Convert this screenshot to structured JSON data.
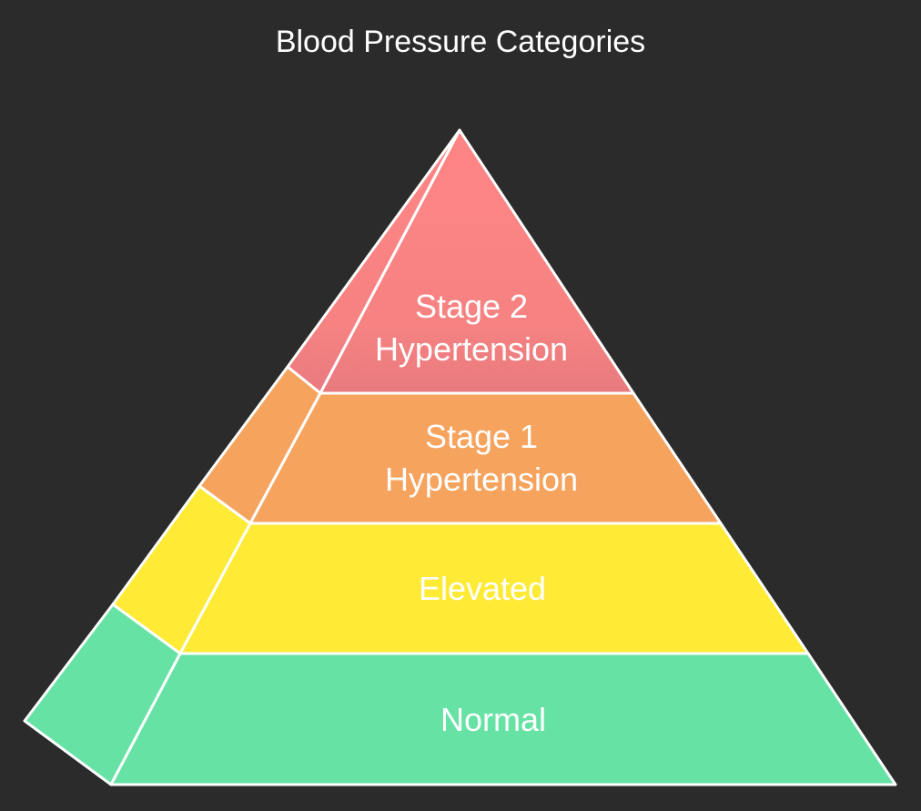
{
  "title": "Blood Pressure Categories",
  "tiers": [
    {
      "name": "stage-2-hypertension",
      "label_line1": "Stage 2",
      "label_line2": "Hypertension",
      "front_color": "#f08080",
      "side_color": "#e8767a"
    },
    {
      "name": "stage-1-hypertension",
      "label_line1": "Stage 1",
      "label_line2": "Hypertension",
      "front_color": "#f6a35e",
      "side_color": "#f6a35e"
    },
    {
      "name": "elevated",
      "label_line1": "Elevated",
      "label_line2": "",
      "front_color": "#ffea35",
      "side_color": "#ffea35"
    },
    {
      "name": "normal",
      "label_line1": "Normal",
      "label_line2": "",
      "front_color": "#66e2a5",
      "side_color": "#66e2a5"
    }
  ]
}
